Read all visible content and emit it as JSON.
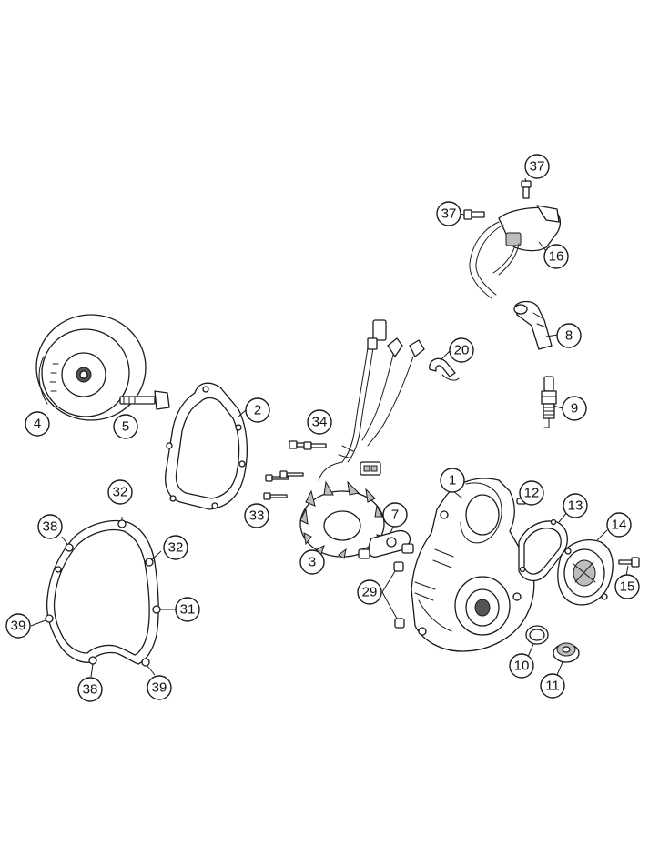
{
  "callouts": [
    {
      "id": "c37a",
      "label": "37"
    },
    {
      "id": "c37b",
      "label": "37"
    },
    {
      "id": "c16",
      "label": "16"
    },
    {
      "id": "c8",
      "label": "8"
    },
    {
      "id": "c20",
      "label": "20"
    },
    {
      "id": "c9",
      "label": "9"
    },
    {
      "id": "c2",
      "label": "2"
    },
    {
      "id": "c4",
      "label": "4"
    },
    {
      "id": "c5",
      "label": "5"
    },
    {
      "id": "c34",
      "label": "34"
    },
    {
      "id": "c1",
      "label": "1"
    },
    {
      "id": "c12",
      "label": "12"
    },
    {
      "id": "c32a",
      "label": "32"
    },
    {
      "id": "c13",
      "label": "13"
    },
    {
      "id": "c33",
      "label": "33"
    },
    {
      "id": "c7",
      "label": "7"
    },
    {
      "id": "c14",
      "label": "14"
    },
    {
      "id": "c38a",
      "label": "38"
    },
    {
      "id": "c32b",
      "label": "32"
    },
    {
      "id": "c3",
      "label": "3"
    },
    {
      "id": "c15",
      "label": "15"
    },
    {
      "id": "c29",
      "label": "29"
    },
    {
      "id": "c31",
      "label": "31"
    },
    {
      "id": "c39a",
      "label": "39"
    },
    {
      "id": "c10",
      "label": "10"
    },
    {
      "id": "c11",
      "label": "11"
    },
    {
      "id": "c38b",
      "label": "38"
    },
    {
      "id": "c39b",
      "label": "39"
    }
  ]
}
